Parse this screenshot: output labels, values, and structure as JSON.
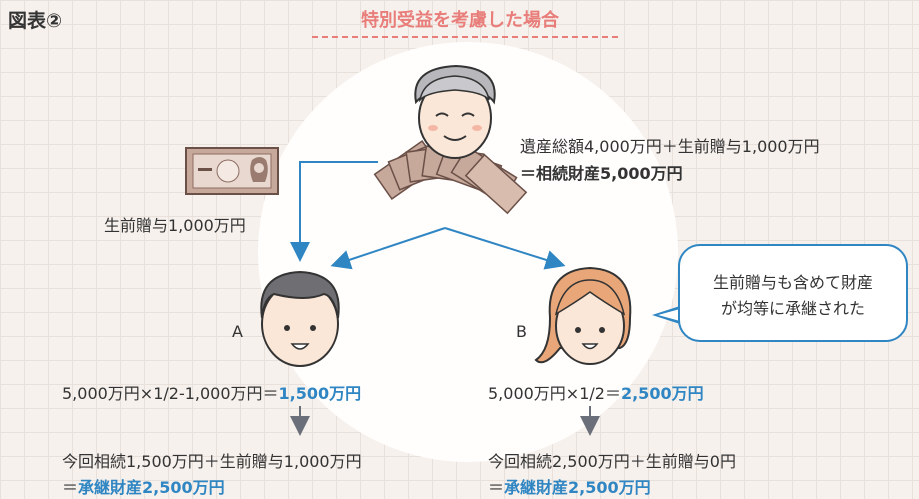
{
  "figure_label": "図表②",
  "title": "特別受益を考慮した場合",
  "estate": {
    "line1": "遺産総額4,000万円＋生前贈与1,000万円",
    "line2": "＝相続財産5,000万円"
  },
  "gift_label": "生前贈与1,000万円",
  "heir_a": {
    "label": "A",
    "calc_prefix": "5,000万円×1/2-1,000万円＝",
    "calc_result": "1,500万円",
    "inherit_line": "今回相続1,500万円＋生前贈与1,000万円",
    "total_prefix": "＝",
    "total_bold": "承継財産2,500万円"
  },
  "heir_b": {
    "label": "B",
    "calc_prefix": "5,000万円×1/2＝",
    "calc_result": "2,500万円",
    "inherit_line": "今回相続2,500万円＋生前贈与0円",
    "total_prefix": "＝",
    "total_bold": "承継財産2,500万円"
  },
  "bubble": {
    "line1": "生前贈与も含めて財産",
    "line2": "が均等に承継された"
  },
  "colors": {
    "accent_blue": "#2f86c3",
    "title_pink": "#e87d7a",
    "arrow_gray": "#6b6f7a"
  }
}
